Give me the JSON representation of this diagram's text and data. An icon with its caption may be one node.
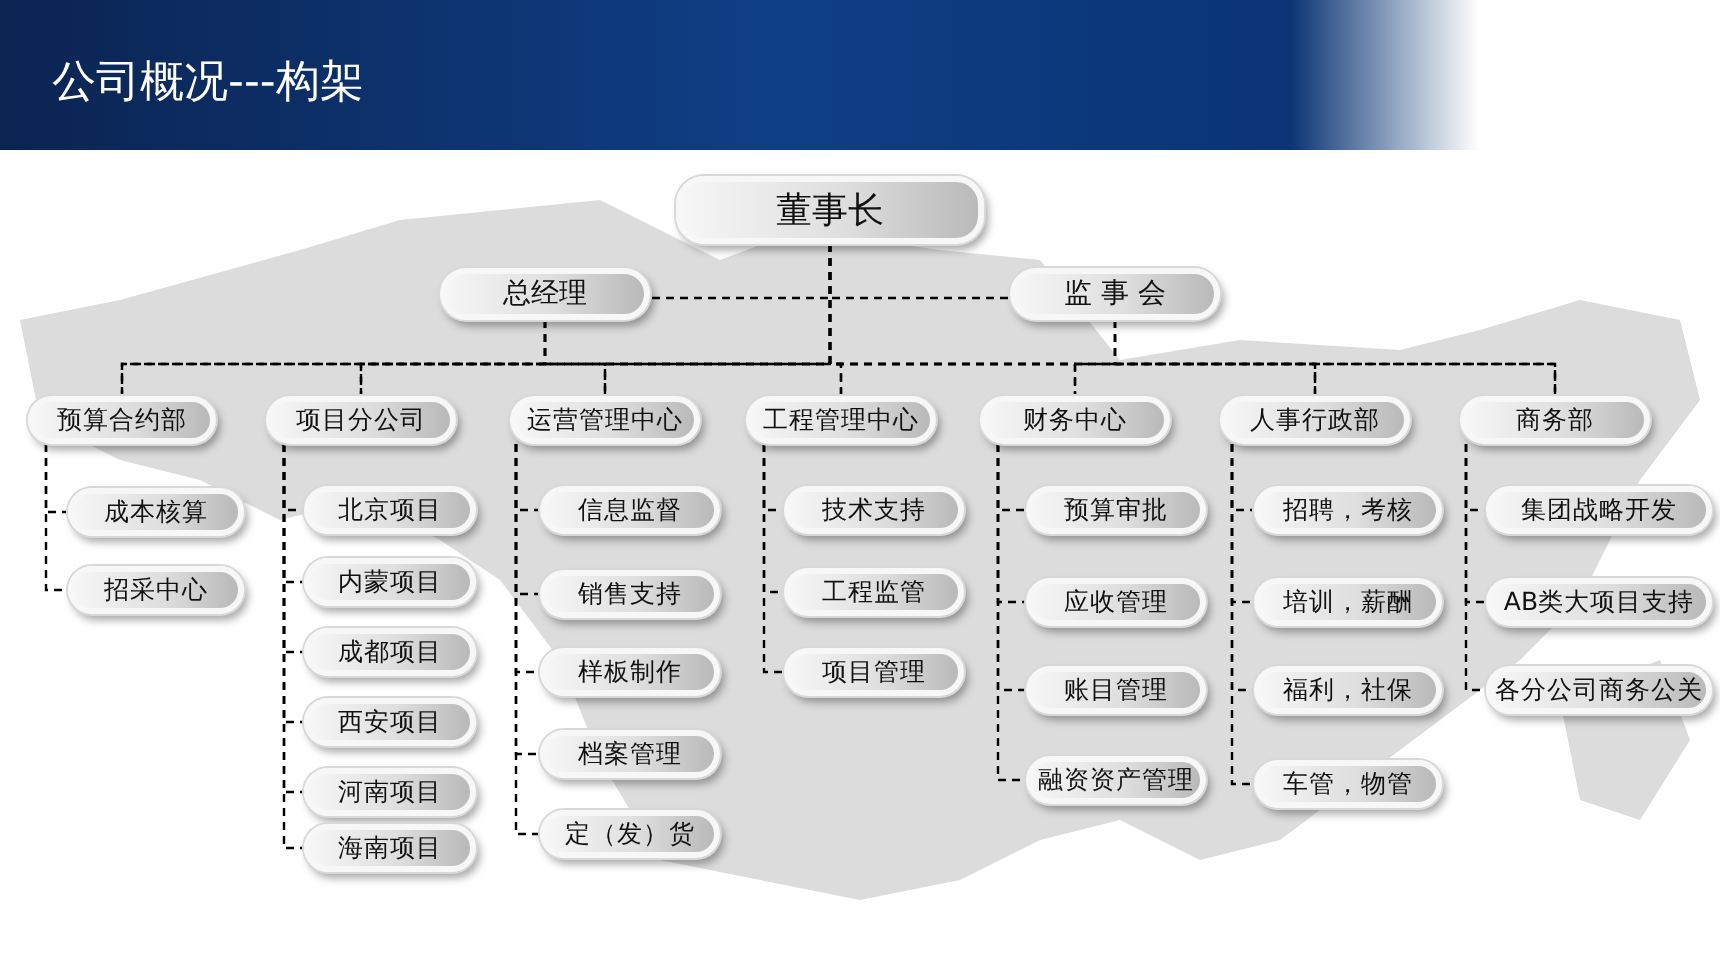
{
  "diagram": {
    "title": "公司概况---构架",
    "nodes": [
      {
        "text": [
          "董事长"
        ]
      },
      {
        "text": [
          "总经理"
        ]
      },
      {
        "text": [
          "监 事 会"
        ]
      },
      {
        "text": [
          "预算合约部"
        ]
      },
      {
        "text": [
          "项目分公司"
        ]
      },
      {
        "text": [
          "运营管理中心"
        ]
      },
      {
        "text": [
          "工程管理中心"
        ]
      },
      {
        "text": [
          "财务中心"
        ]
      },
      {
        "text": [
          "人事行政部"
        ]
      },
      {
        "text": [
          "商务部"
        ]
      },
      {
        "text": [
          "成本核算"
        ]
      },
      {
        "text": [
          "招采中心"
        ]
      },
      {
        "text": [
          "北京项目"
        ]
      },
      {
        "text": [
          "内蒙项目"
        ]
      },
      {
        "text": [
          "成都项目"
        ]
      },
      {
        "text": [
          "西安项目"
        ]
      },
      {
        "text": [
          "河南项目"
        ]
      },
      {
        "text": [
          "海南项目"
        ]
      },
      {
        "text": [
          "信息监督"
        ]
      },
      {
        "text": [
          "销售支持"
        ]
      },
      {
        "text": [
          "样板制作"
        ]
      },
      {
        "text": [
          "档案管理"
        ]
      },
      {
        "text": [
          "定（发）货"
        ]
      },
      {
        "text": [
          "技术支持"
        ]
      },
      {
        "text": [
          "工程监管"
        ]
      },
      {
        "text": [
          "项目管理"
        ]
      },
      {
        "text": [
          "预算审批"
        ]
      },
      {
        "text": [
          "应收管理"
        ]
      },
      {
        "text": [
          "账目管理"
        ]
      },
      {
        "text": [
          "融资资产管理"
        ]
      },
      {
        "text": [
          "招聘，考核"
        ]
      },
      {
        "text": [
          "培训，薪酬"
        ]
      },
      {
        "text": [
          "福利，社保"
        ]
      },
      {
        "text": [
          "车管，物管"
        ]
      },
      {
        "text": [
          "集团战略开发"
        ]
      },
      {
        "text": [
          "AB类大项目支持"
        ]
      },
      {
        "text": [
          "各分公司商务公关"
        ]
      }
    ],
    "edges": [
      {
        "from": 0,
        "to": 1,
        "arrow": "none"
      },
      {
        "from": 0,
        "to": 2,
        "arrow": "none"
      },
      {
        "from": 0,
        "to": 3,
        "arrow": "none"
      },
      {
        "from": 0,
        "to": 4,
        "arrow": "none"
      },
      {
        "from": 0,
        "to": 5,
        "arrow": "none"
      },
      {
        "from": 0,
        "to": 6,
        "arrow": "none"
      },
      {
        "from": 0,
        "to": 7,
        "arrow": "none"
      },
      {
        "from": 0,
        "to": 8,
        "arrow": "none"
      },
      {
        "from": 0,
        "to": 9,
        "arrow": "none"
      },
      {
        "from": 1,
        "to": 3,
        "arrow": "none"
      },
      {
        "from": 1,
        "to": 4,
        "arrow": "none"
      },
      {
        "from": 1,
        "to": 5,
        "arrow": "none"
      },
      {
        "from": 1,
        "to": 6,
        "arrow": "none"
      },
      {
        "from": 2,
        "to": 7,
        "arrow": "none"
      },
      {
        "from": 2,
        "to": 8,
        "arrow": "none"
      },
      {
        "from": 2,
        "to": 9,
        "arrow": "none"
      },
      {
        "from": 3,
        "to": 10,
        "arrow": "none"
      },
      {
        "from": 3,
        "to": 11,
        "arrow": "none"
      },
      {
        "from": 4,
        "to": 12,
        "arrow": "none"
      },
      {
        "from": 4,
        "to": 13,
        "arrow": "none"
      },
      {
        "from": 4,
        "to": 14,
        "arrow": "none"
      },
      {
        "from": 4,
        "to": 15,
        "arrow": "none"
      },
      {
        "from": 4,
        "to": 16,
        "arrow": "none"
      },
      {
        "from": 4,
        "to": 17,
        "arrow": "none"
      },
      {
        "from": 5,
        "to": 18,
        "arrow": "none"
      },
      {
        "from": 5,
        "to": 19,
        "arrow": "none"
      },
      {
        "from": 5,
        "to": 20,
        "arrow": "none"
      },
      {
        "from": 5,
        "to": 21,
        "arrow": "none"
      },
      {
        "from": 5,
        "to": 22,
        "arrow": "none"
      },
      {
        "from": 6,
        "to": 23,
        "arrow": "none"
      },
      {
        "from": 6,
        "to": 24,
        "arrow": "none"
      },
      {
        "from": 6,
        "to": 25,
        "arrow": "none"
      },
      {
        "from": 7,
        "to": 26,
        "arrow": "none"
      },
      {
        "from": 7,
        "to": 27,
        "arrow": "none"
      },
      {
        "from": 7,
        "to": 28,
        "arrow": "none"
      },
      {
        "from": 7,
        "to": 29,
        "arrow": "none"
      },
      {
        "from": 8,
        "to": 30,
        "arrow": "none"
      },
      {
        "from": 8,
        "to": 31,
        "arrow": "none"
      },
      {
        "from": 8,
        "to": 32,
        "arrow": "none"
      },
      {
        "from": 8,
        "to": 33,
        "arrow": "none"
      },
      {
        "from": 9,
        "to": 34,
        "arrow": "none"
      },
      {
        "from": 9,
        "to": 35,
        "arrow": "none"
      },
      {
        "from": 9,
        "to": 36,
        "arrow": "none"
      }
    ]
  }
}
